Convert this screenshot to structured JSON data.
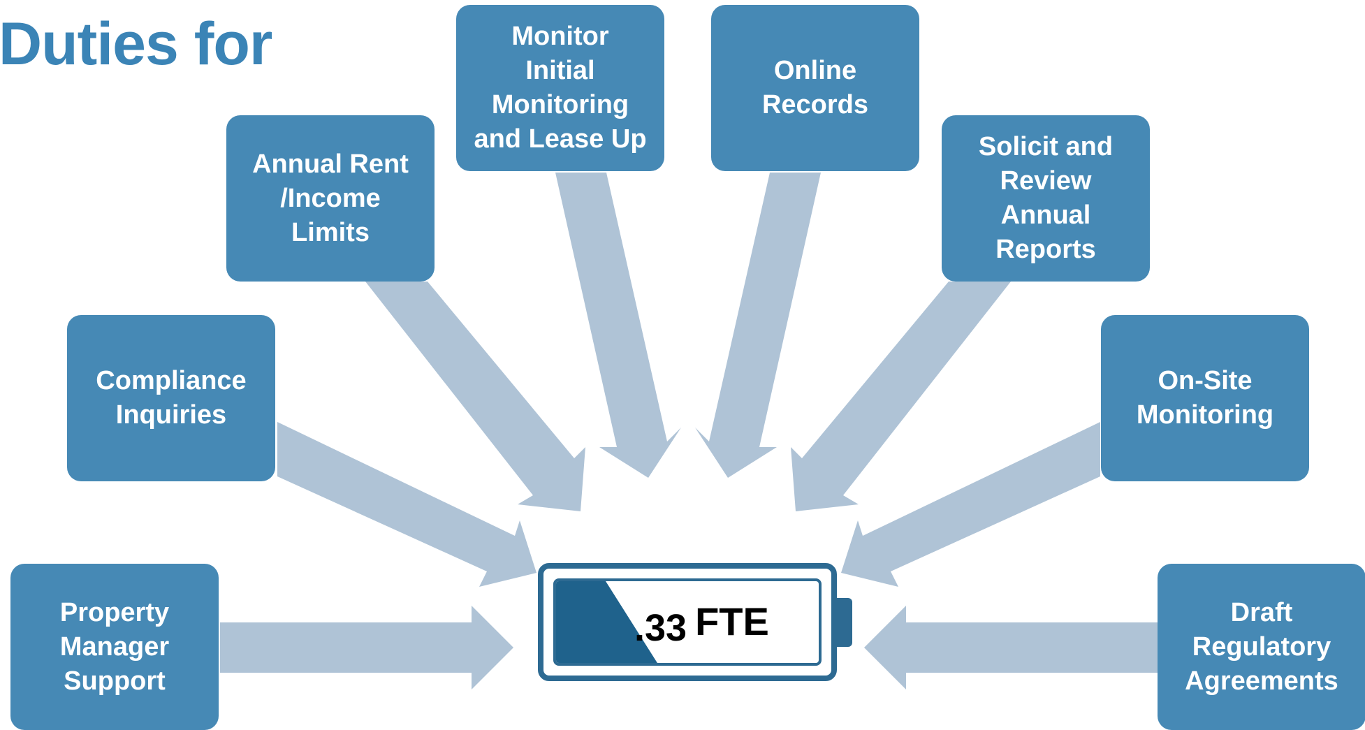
{
  "title": "Duties for",
  "colors": {
    "box": "#4689b5",
    "arrow": "#afc3d6",
    "battery": "#2d6a92",
    "battery_fill": "#1f628c",
    "title": "#3b84b6"
  },
  "duties": [
    {
      "id": "property-manager-support",
      "label": "Property\nManager\nSupport"
    },
    {
      "id": "compliance-inquiries",
      "label": "Compliance\nInquiries"
    },
    {
      "id": "annual-rent-income-limits",
      "label": "Annual Rent\n/Income\nLimits"
    },
    {
      "id": "monitor-initial-monitoring",
      "label": "Monitor\nInitial\nMonitoring\nand Lease Up"
    },
    {
      "id": "online-records",
      "label": "Online\nRecords"
    },
    {
      "id": "solicit-review-annual-reports",
      "label": "Solicit and\nReview\nAnnual\nReports"
    },
    {
      "id": "on-site-monitoring",
      "label": "On-Site\nMonitoring"
    },
    {
      "id": "draft-regulatory-agreements",
      "label": "Draft\nRegulatory\nAgreements"
    }
  ],
  "battery": {
    "value": ".33",
    "unit": "FTE",
    "level": 0.33
  }
}
